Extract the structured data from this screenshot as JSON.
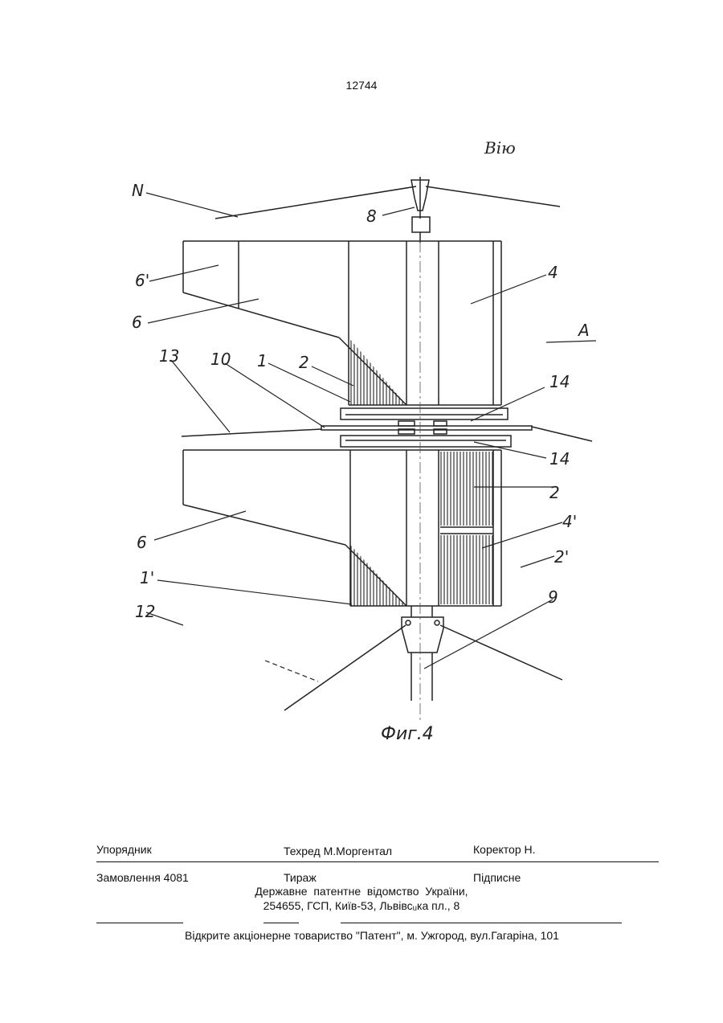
{
  "page_number": "12744",
  "header_right": "Вію",
  "figure": {
    "caption": "Фиг.4",
    "labels": {
      "N": "N",
      "l8": "8",
      "l6p": "6'",
      "l6": "6",
      "l4": "4",
      "lA": "A",
      "l13": "13",
      "l10": "10",
      "l1": "1",
      "l2": "2",
      "l14a": "14",
      "l14b": "14",
      "l2b": "2",
      "l4p": "4'",
      "l2p": "2'",
      "l6b": "6",
      "l1p": "1'",
      "l9": "9",
      "l12": "12"
    }
  },
  "footer": {
    "compiler": "Упорядник",
    "techred": "Техред М.Моргентал",
    "corrector": "Коректор Н.",
    "order": "Замовлення 4081",
    "circulation": "Тираж",
    "subscription": "Підписне",
    "office_line1": "Державне  патентне  відомство  України,",
    "office_line2": "254655, ГСП, Київ-53, Львівсᵤка пл., 8",
    "publisher": "Відкрите акціонерне товариство \"Патент\", м. Ужгород, вул.Гагаріна, 101"
  }
}
